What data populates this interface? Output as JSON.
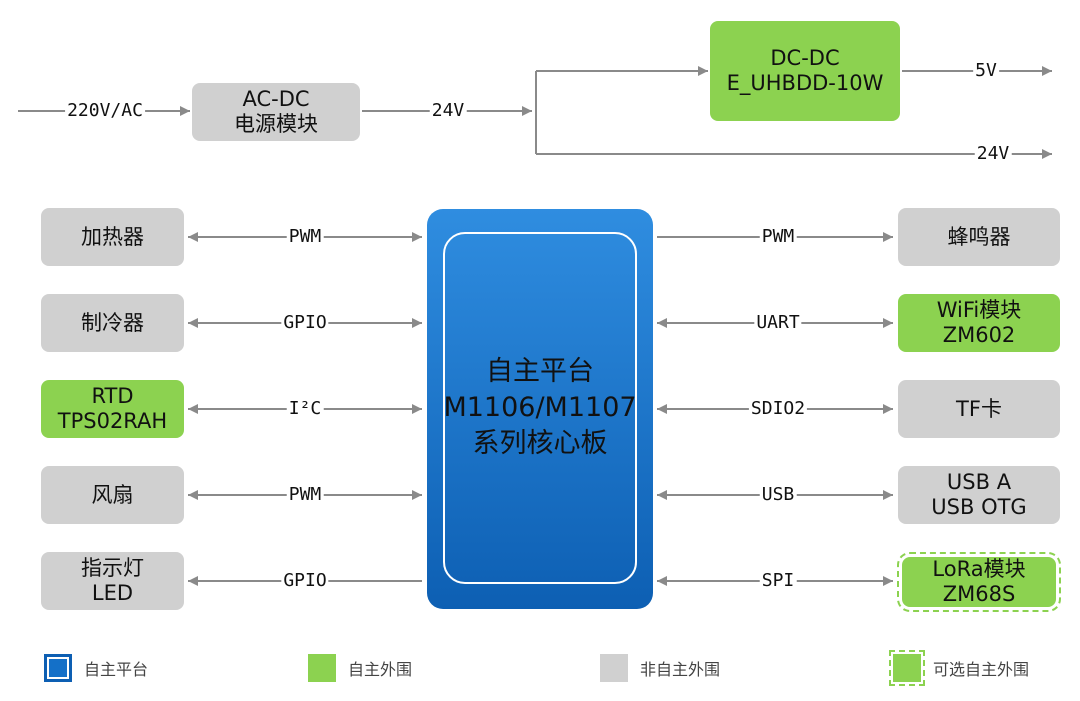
{
  "power": {
    "input_label": "220V/AC",
    "acdc_line1": "AC-DC",
    "acdc_line2": "电源模块",
    "bus_label": "24V",
    "dcdc_line1": "DC-DC",
    "dcdc_line2": "E_UHBDD-10W",
    "out5v_label": "5V",
    "out24v_label": "24V"
  },
  "core": {
    "line1": "自主平台",
    "line2": "M1106/M1107",
    "line3": "系列核心板"
  },
  "left_modules": [
    {
      "line1": "加热器",
      "line2": "",
      "link": "PWM"
    },
    {
      "line1": "制冷器",
      "line2": "",
      "link": "GPIO"
    },
    {
      "line1": "RTD",
      "line2": "TPS02RAH",
      "link": "I²C"
    },
    {
      "line1": "风扇",
      "line2": "",
      "link": "PWM"
    },
    {
      "line1": "指示灯",
      "line2": "LED",
      "link": "GPIO"
    }
  ],
  "right_modules": [
    {
      "line1": "蜂鸣器",
      "line2": "",
      "link": "PWM"
    },
    {
      "line1": "WiFi模块",
      "line2": "ZM602",
      "link": "UART"
    },
    {
      "line1": "TF卡",
      "line2": "",
      "link": "SDIO2"
    },
    {
      "line1": "USB A",
      "line2": "USB OTG",
      "link": "USB"
    },
    {
      "line1": "LoRa模块",
      "line2": "ZM68S",
      "link": "SPI"
    }
  ],
  "legend": [
    {
      "label": "自主平台",
      "style": "core"
    },
    {
      "label": "自主外围",
      "style": "green"
    },
    {
      "label": "非自主外围",
      "style": "gray"
    },
    {
      "label": "可选自主外围",
      "style": "dashed"
    }
  ],
  "colors": {
    "core_blue": "#1470c8",
    "green": "#8cd250",
    "gray": "#d0d0d0",
    "line": "#888888"
  }
}
